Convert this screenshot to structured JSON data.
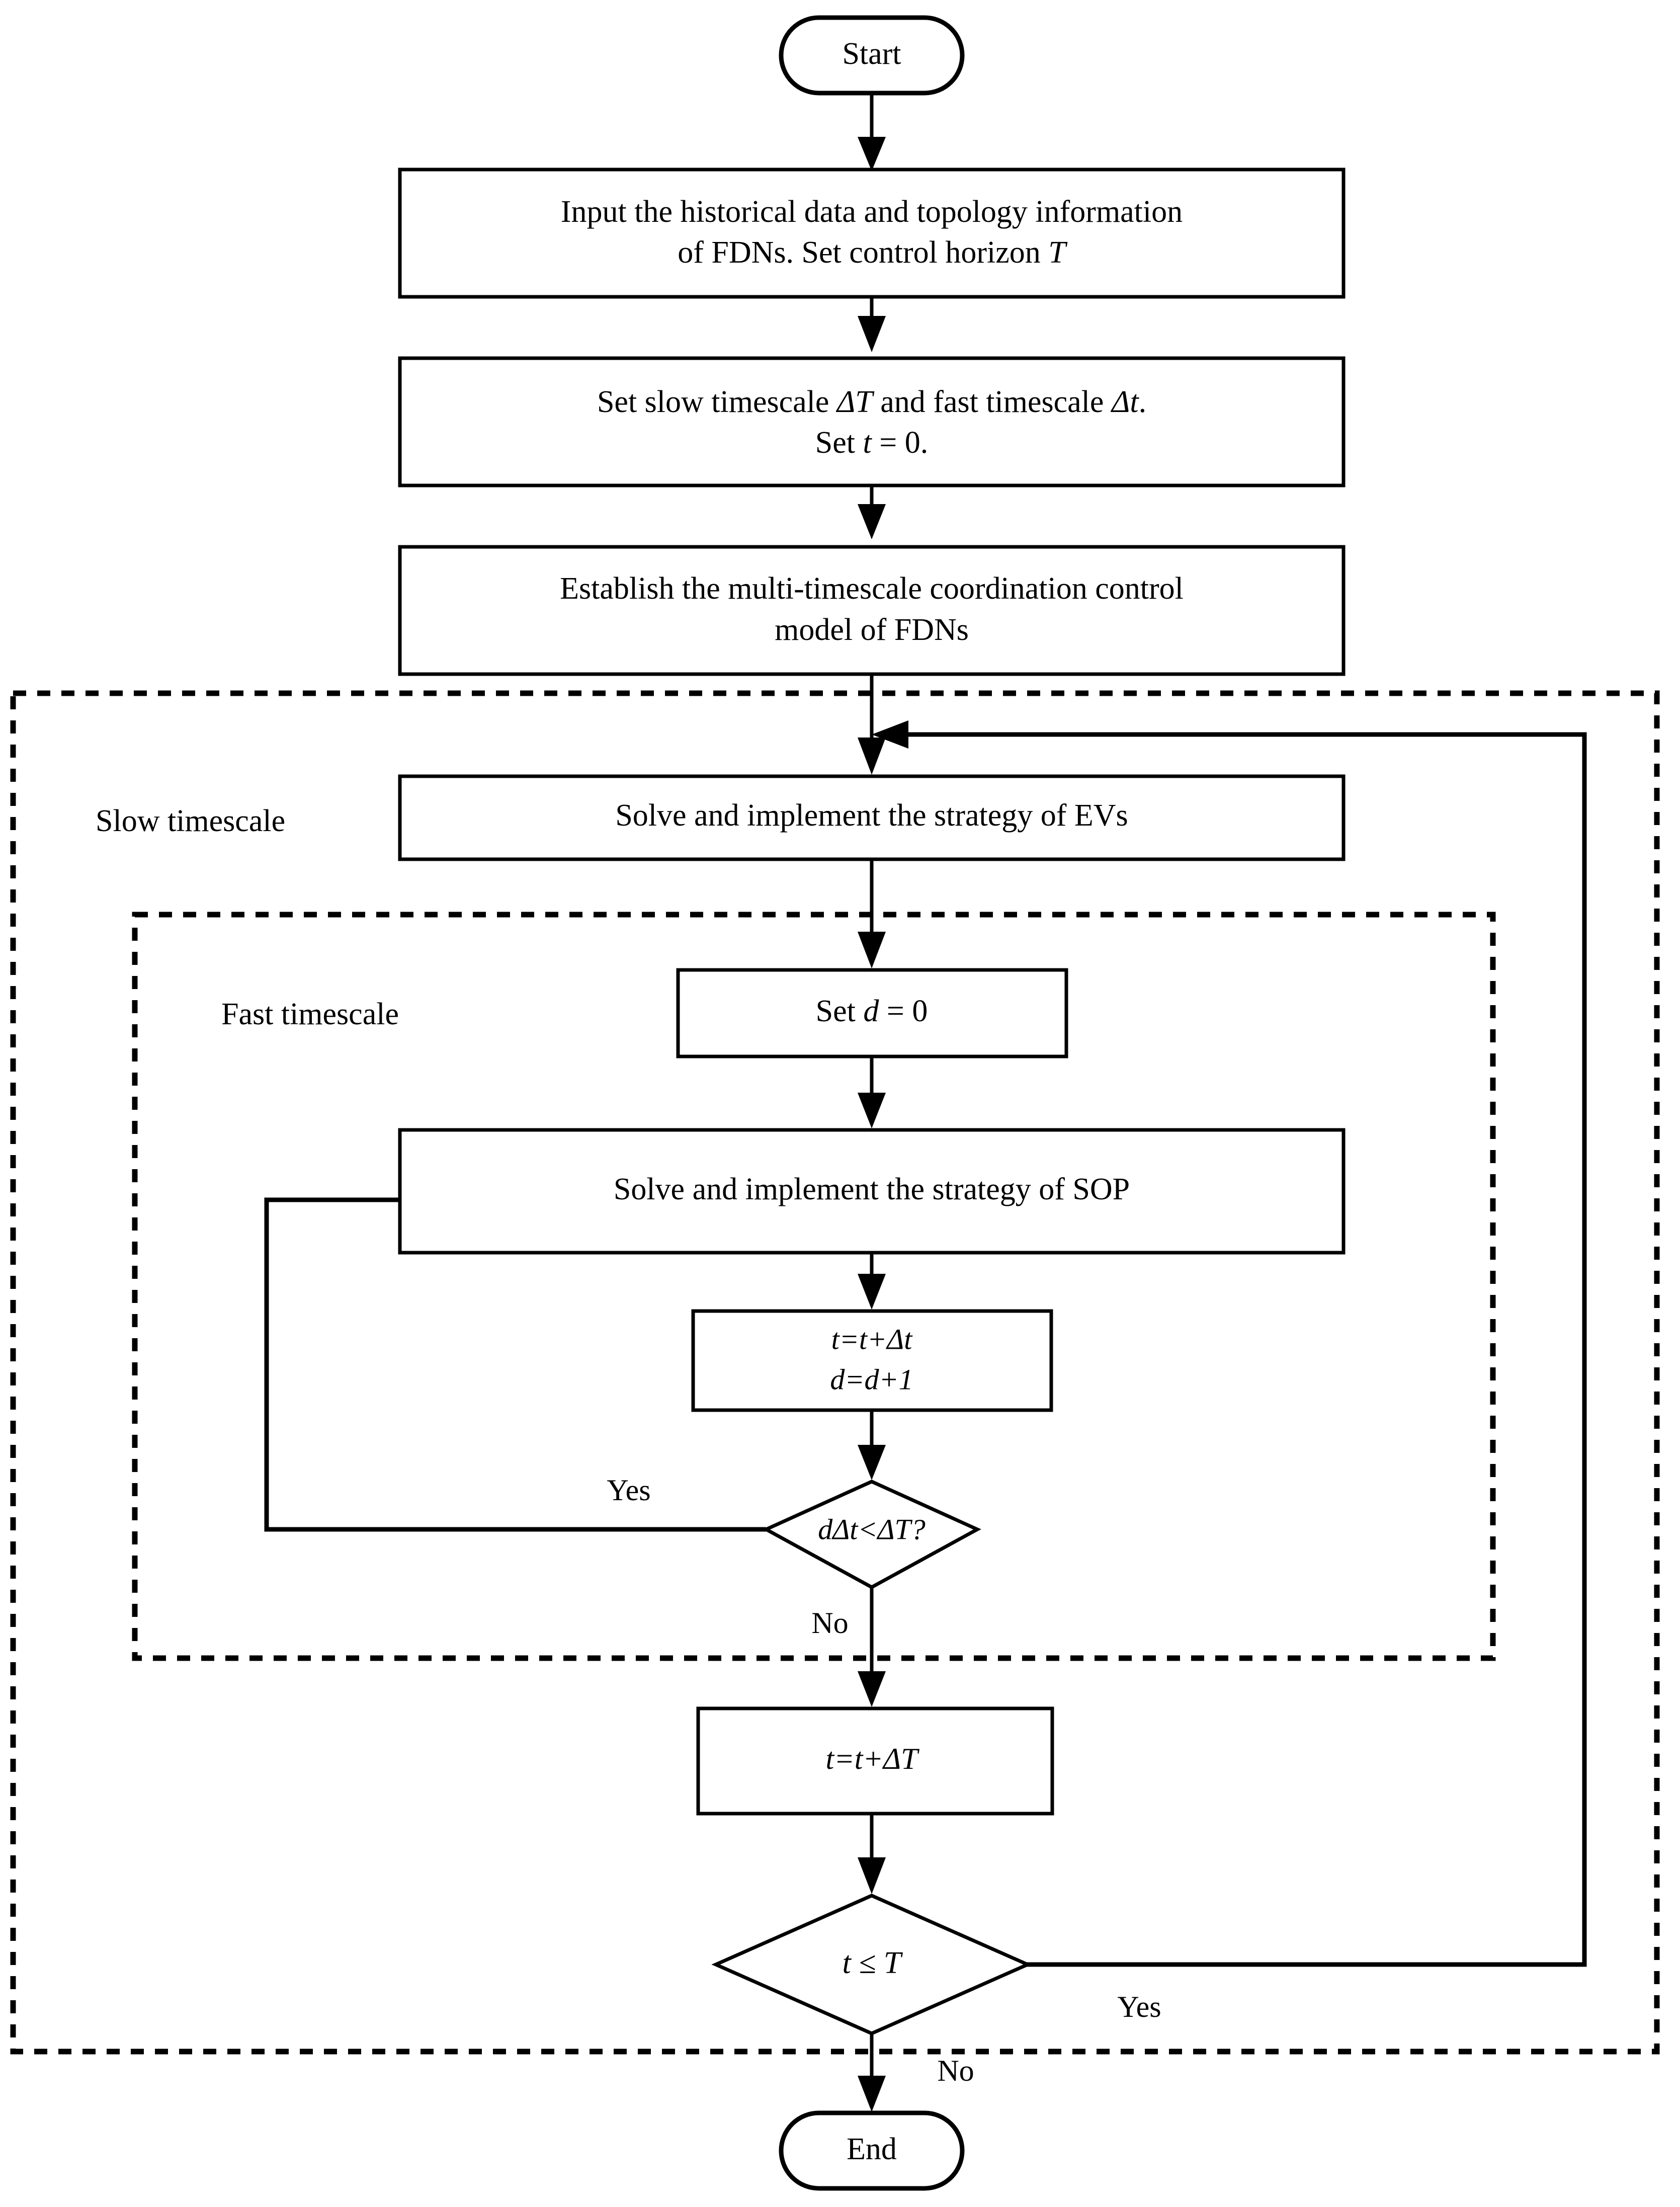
{
  "diagram": {
    "title": "Multi-timescale coordination control flowchart of FDNs",
    "colors": {
      "stroke": "#000000",
      "fill": "#ffffff",
      "background": "#ffffff"
    },
    "nodes": {
      "start": {
        "label": "Start",
        "shape": "terminator"
      },
      "input_data": {
        "line1": "Input the historical data and topology information",
        "line2_a": "of FDNs. Set control horizon ",
        "line2_b": "T",
        "shape": "process"
      },
      "set_timescales": {
        "line1_a": "Set slow timescale  ",
        "line1_b": "ΔT",
        "line1_c": "  and fast timescale ",
        "line1_d": "Δt",
        "line1_e": ".",
        "line2_a": "Set ",
        "line2_b": "t",
        "line2_c": " = 0.",
        "shape": "process"
      },
      "establish_model": {
        "line1": "Establish the multi-timescale coordination control",
        "line2": "model of FDNs",
        "shape": "process"
      },
      "solve_evs": {
        "label": "Solve and implement the strategy of EVs",
        "shape": "process"
      },
      "set_d": {
        "label_a": "Set ",
        "label_b": "d",
        "label_c": " = 0",
        "shape": "process"
      },
      "solve_sop": {
        "label": "Solve and implement the strategy of SOP",
        "shape": "process"
      },
      "increment_fast": {
        "line1": "t=t+Δt",
        "line2": "d=d+1",
        "shape": "process"
      },
      "decision_fast": {
        "label": "dΔt<ΔT?",
        "shape": "decision"
      },
      "increment_slow": {
        "label": "t=t+ΔT",
        "shape": "process"
      },
      "decision_slow": {
        "label": "t ≤ T",
        "shape": "decision"
      },
      "end": {
        "label": "End",
        "shape": "terminator"
      }
    },
    "groups": {
      "slow": {
        "label": "Slow timescale",
        "style": "dashed"
      },
      "fast": {
        "label": "Fast timescale",
        "style": "dashed"
      }
    },
    "edge_labels": {
      "fast_yes": "Yes",
      "fast_no": "No",
      "slow_yes": "Yes",
      "slow_no": "No"
    }
  },
  "chart_data": {
    "type": "flowchart",
    "title": "Multi-timescale coordination control flowchart of FDNs",
    "nodes": [
      {
        "id": "start",
        "type": "terminator",
        "text": "Start"
      },
      {
        "id": "input_data",
        "type": "process",
        "text": "Input the historical data and topology information of FDNs. Set control horizon T"
      },
      {
        "id": "set_timescales",
        "type": "process",
        "text": "Set slow timescale ΔT and fast timescale Δt. Set t = 0."
      },
      {
        "id": "establish_model",
        "type": "process",
        "text": "Establish the multi-timescale coordination control model of FDNs"
      },
      {
        "id": "solve_evs",
        "type": "process",
        "text": "Solve and implement the strategy of EVs"
      },
      {
        "id": "set_d",
        "type": "process",
        "text": "Set d = 0"
      },
      {
        "id": "solve_sop",
        "type": "process",
        "text": "Solve and implement the strategy of SOP"
      },
      {
        "id": "increment_fast",
        "type": "process",
        "text": "t=t+Δt ; d=d+1"
      },
      {
        "id": "decision_fast",
        "type": "decision",
        "text": "dΔt<ΔT?"
      },
      {
        "id": "increment_slow",
        "type": "process",
        "text": "t=t+ΔT"
      },
      {
        "id": "decision_slow",
        "type": "decision",
        "text": "t ≤ T"
      },
      {
        "id": "end",
        "type": "terminator",
        "text": "End"
      }
    ],
    "edges": [
      {
        "from": "start",
        "to": "input_data",
        "label": ""
      },
      {
        "from": "input_data",
        "to": "set_timescales",
        "label": ""
      },
      {
        "from": "set_timescales",
        "to": "establish_model",
        "label": ""
      },
      {
        "from": "establish_model",
        "to": "solve_evs",
        "label": ""
      },
      {
        "from": "solve_evs",
        "to": "set_d",
        "label": ""
      },
      {
        "from": "set_d",
        "to": "solve_sop",
        "label": ""
      },
      {
        "from": "solve_sop",
        "to": "increment_fast",
        "label": ""
      },
      {
        "from": "increment_fast",
        "to": "decision_fast",
        "label": ""
      },
      {
        "from": "decision_fast",
        "to": "solve_sop",
        "label": "Yes"
      },
      {
        "from": "decision_fast",
        "to": "increment_slow",
        "label": "No"
      },
      {
        "from": "increment_slow",
        "to": "decision_slow",
        "label": ""
      },
      {
        "from": "decision_slow",
        "to": "solve_evs",
        "label": "Yes"
      },
      {
        "from": "decision_slow",
        "to": "end",
        "label": "No"
      }
    ],
    "containers": [
      {
        "id": "slow",
        "label": "Slow timescale",
        "style": "dashed",
        "contains": [
          "solve_evs",
          "fast",
          "increment_slow",
          "decision_slow"
        ]
      },
      {
        "id": "fast",
        "label": "Fast timescale",
        "style": "dashed",
        "contains": [
          "set_d",
          "solve_sop",
          "increment_fast",
          "decision_fast"
        ]
      }
    ]
  }
}
